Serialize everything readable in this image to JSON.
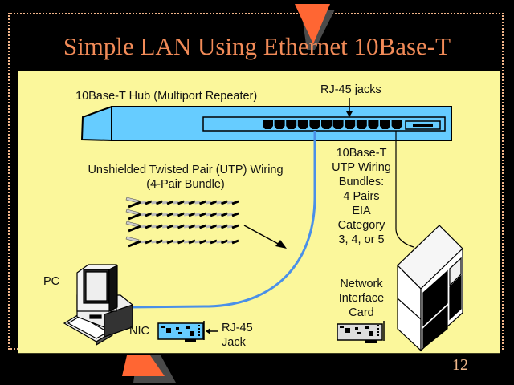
{
  "slide": {
    "title": "Simple LAN Using Ethernet 10Base-T",
    "page_number": "12",
    "colors": {
      "background": "#000000",
      "title": "#f28b58",
      "panel": "#fbf79b",
      "accent_triangle": "#ff6633",
      "hub": "#66ccff",
      "cable": "#4a90e8"
    }
  },
  "diagram": {
    "hub_label": "10Base-T Hub (Multiport Repeater)",
    "jacks_label": "RJ-45 jacks",
    "utp_label_line1": "Unshielded Twisted Pair (UTP) Wiring",
    "utp_label_line2": "(4-Pair Bundle)",
    "bundle_label": [
      "10Base-T",
      "UTP Wiring",
      "Bundles:",
      "4 Pairs",
      "EIA",
      "Category",
      "3, 4, or 5"
    ],
    "pc_label": "PC",
    "nic_label": "NIC",
    "rj45_jack_line1": "RJ-45",
    "rj45_jack_line2": "Jack",
    "nic_server_label": [
      "Network",
      "Interface",
      "Card"
    ],
    "jack_count": 12
  }
}
